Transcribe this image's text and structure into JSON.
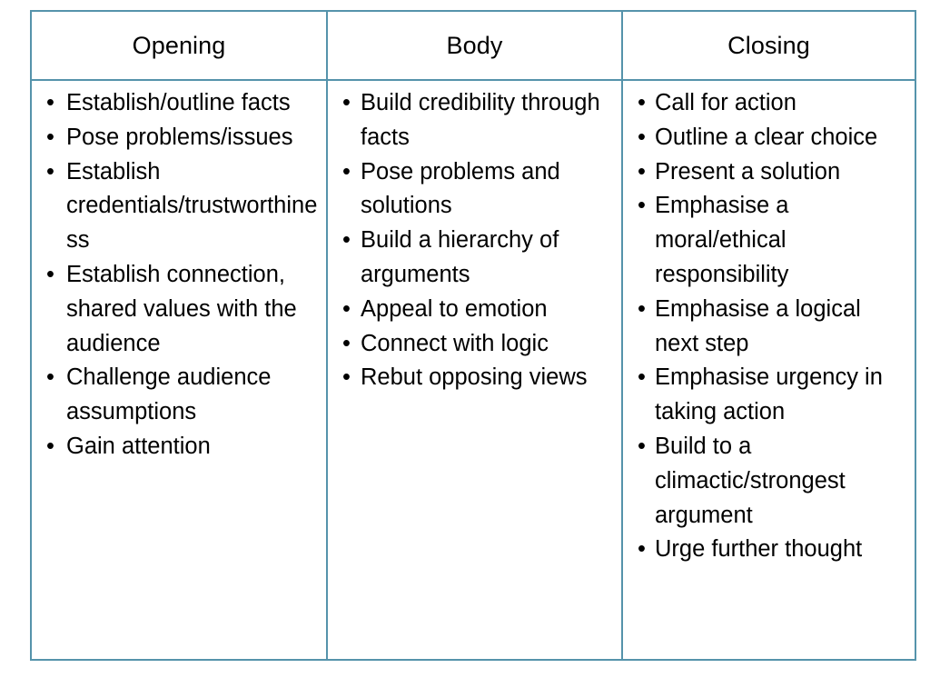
{
  "slide": {
    "background_color": "#ffffff",
    "border_color": "#5593AB",
    "text_color": "#000000"
  },
  "table": {
    "headers": [
      {
        "label": "Opening"
      },
      {
        "label": "Body"
      },
      {
        "label": "Closing"
      }
    ],
    "columns": [
      {
        "key": "opening",
        "header": "Opening",
        "items": [
          "Establish/outline facts",
          "Pose problems/issues",
          "Establish credentials/trustworthiness",
          "Establish connection, shared values with the audience",
          "Challenge audience assumptions",
          "Gain attention"
        ]
      },
      {
        "key": "body",
        "header": "Body",
        "items": [
          "Build credibility through facts",
          "Pose problems and solutions",
          "Build a hierarchy of arguments",
          "Appeal to emotion",
          "Connect with logic",
          "Rebut opposing views"
        ]
      },
      {
        "key": "closing",
        "header": "Closing",
        "items": [
          "Call for action",
          "Outline a clear choice",
          "Present a solution",
          "Emphasise a moral/ethical responsibility",
          "Emphasise a logical next step",
          "Emphasise urgency in taking action",
          "Build to a climactic/strongest argument",
          "Urge further thought"
        ]
      }
    ]
  }
}
